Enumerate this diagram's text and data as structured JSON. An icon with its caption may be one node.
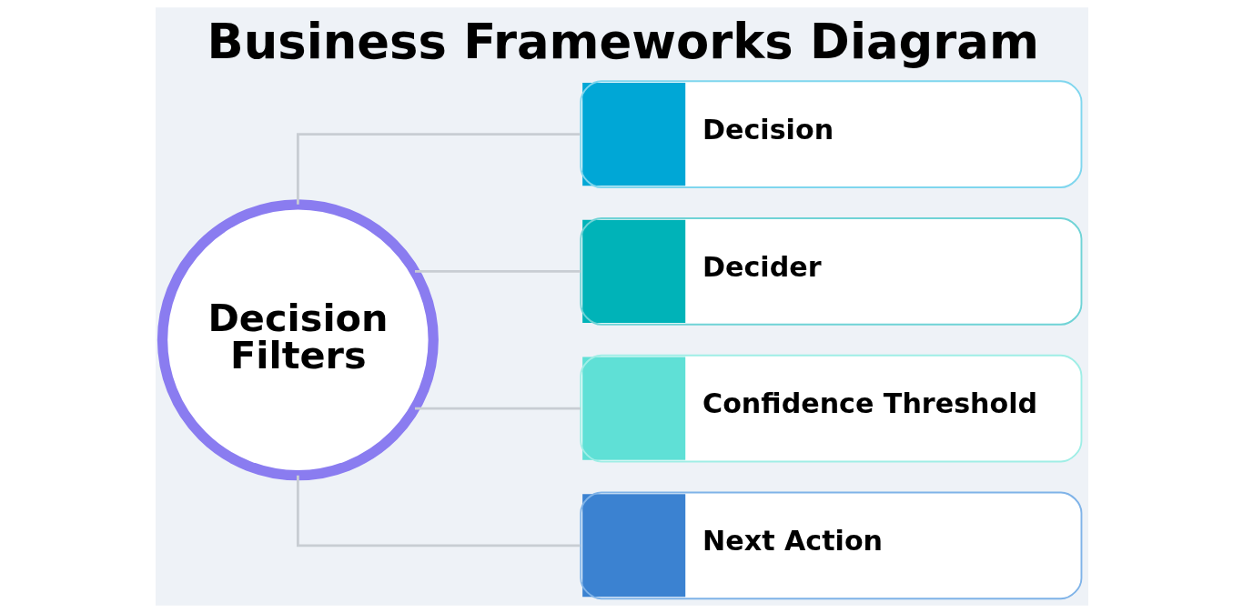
{
  "diagram": {
    "title": "Business Frameworks Diagram",
    "nodes": [
      {
        "text": [
          "Decision Filters"
        ]
      },
      {
        "text": [
          "Decision"
        ]
      },
      {
        "text": [
          "Decider"
        ]
      },
      {
        "text": [
          "Confidence Threshold"
        ]
      },
      {
        "text": [
          "Next Action"
        ]
      }
    ],
    "edges": [
      {
        "from": 0,
        "to": 1,
        "arrow": "none"
      },
      {
        "from": 0,
        "to": 2,
        "arrow": "none"
      },
      {
        "from": 0,
        "to": 3,
        "arrow": "none"
      },
      {
        "from": 0,
        "to": 4,
        "arrow": "none"
      }
    ]
  }
}
